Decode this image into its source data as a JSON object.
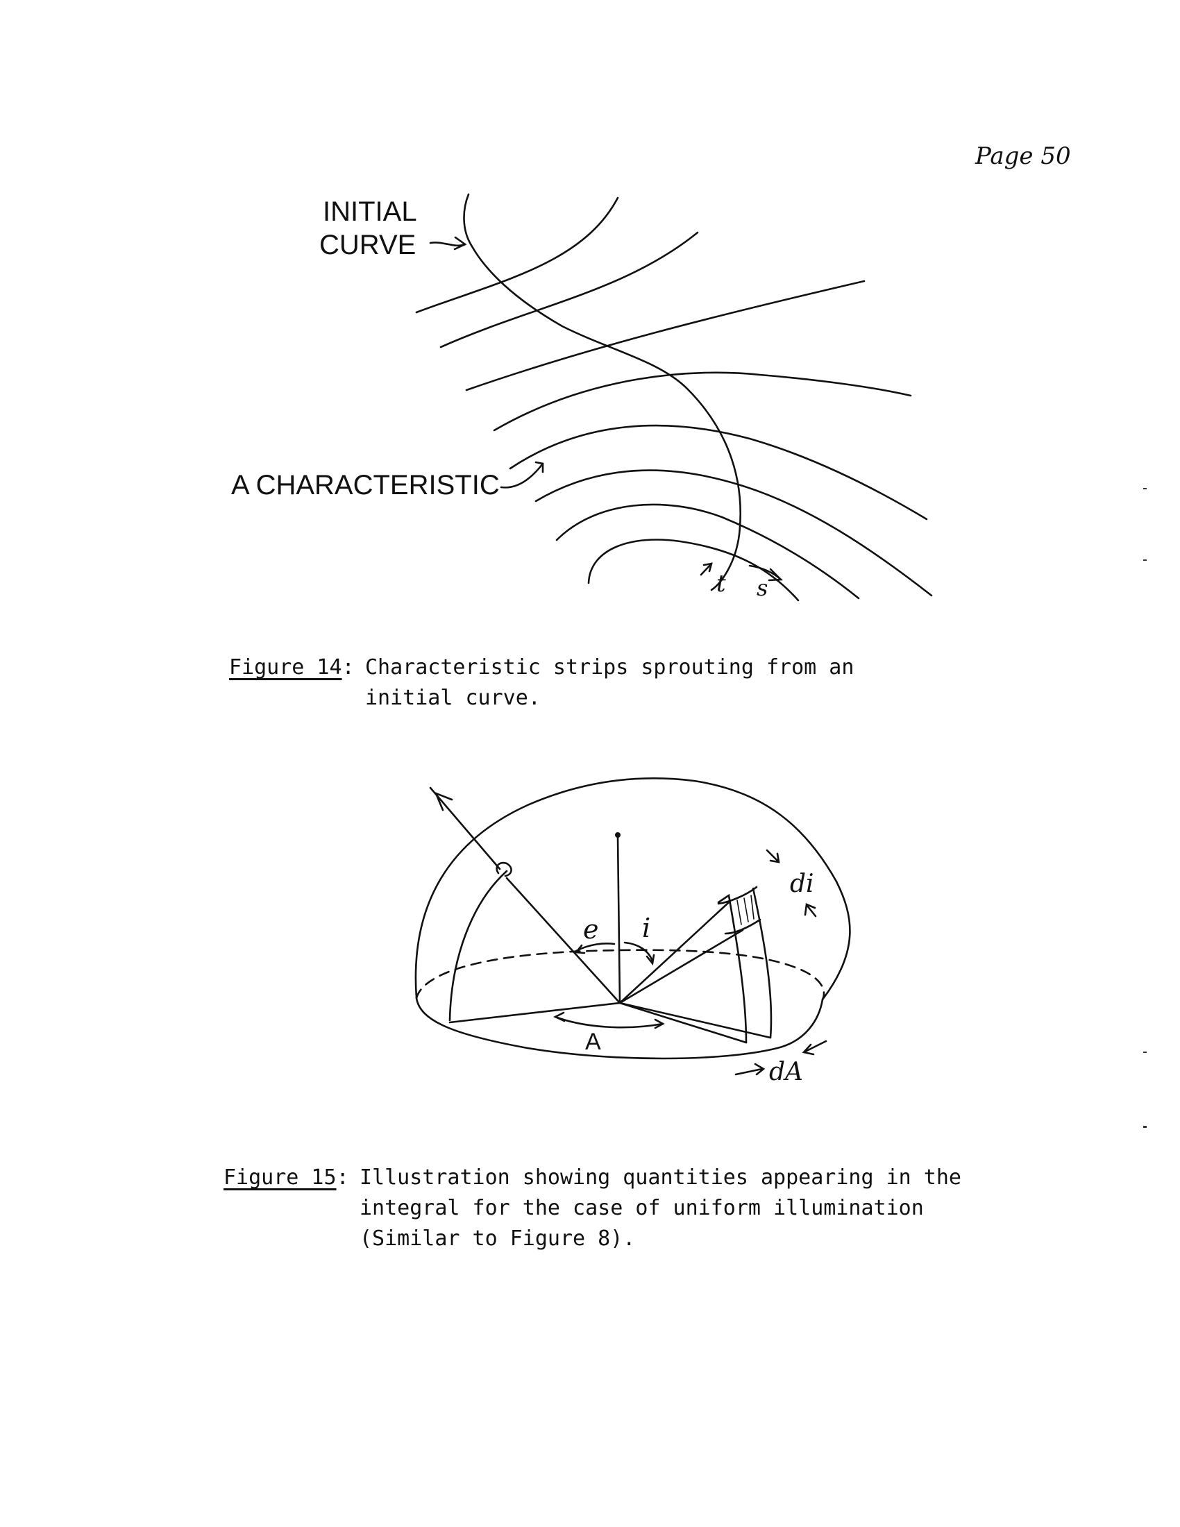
{
  "page": {
    "number": "Page 50"
  },
  "figure14": {
    "labels": {
      "initial_line1": "INITIAL",
      "initial_line2": "CURVE",
      "characteristic": "A CHARACTERISTIC",
      "t": "t",
      "s": "s"
    },
    "caption": {
      "tag": "Figure 14",
      "colon": ":",
      "lines": [
        "Characteristic strips sprouting from an",
        "initial curve."
      ]
    }
  },
  "figure15": {
    "labels": {
      "e": "e",
      "i": "i",
      "A": "A",
      "di": "di",
      "dA": "dA"
    },
    "caption": {
      "tag": "Figure 15",
      "colon": ":",
      "lines": [
        "Illustration showing quantities appearing in the",
        "integral for the case of uniform illumination",
        "(Similar to Figure 8)."
      ]
    }
  }
}
